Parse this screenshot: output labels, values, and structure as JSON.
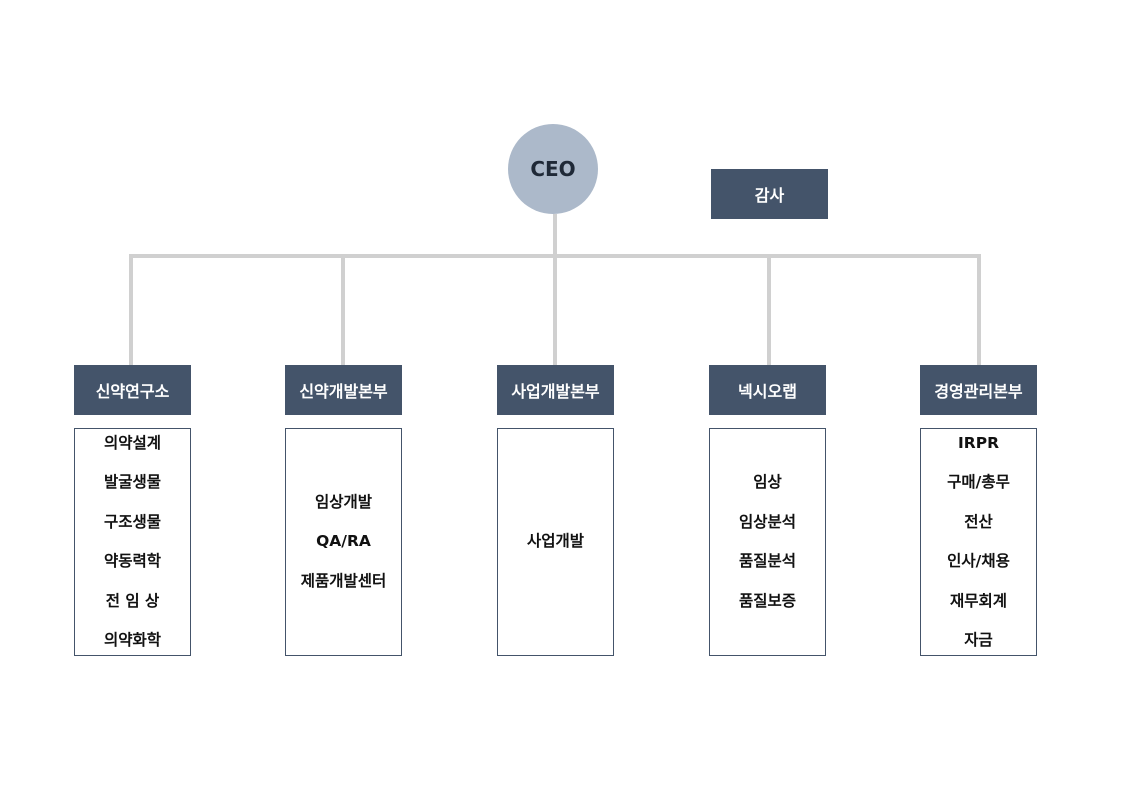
{
  "ceo": {
    "label": "CEO"
  },
  "audit": {
    "label": "감사"
  },
  "divisions": [
    {
      "name": "신약연구소",
      "teams": [
        "의약설계",
        "발굴생물",
        "구조생물",
        "약동력학",
        "전 임 상",
        "의약화학"
      ]
    },
    {
      "name": "신약개발본부",
      "teams": [
        "임상개발",
        "QA/RA",
        "제품개발센터"
      ]
    },
    {
      "name": "사업개발본부",
      "teams": [
        "사업개발"
      ]
    },
    {
      "name": "넥시오랩",
      "teams": [
        "임상",
        "임상분석",
        "품질분석",
        "품질보증"
      ]
    },
    {
      "name": "경영관리본부",
      "teams": [
        "IRPR",
        "구매/총무",
        "전산",
        "인사/채용",
        "재무회계",
        "자금"
      ]
    }
  ],
  "colors": {
    "ceo_circle": "#acb9ca",
    "header_fill": "#44546a",
    "connector": "#d0d0d0"
  }
}
